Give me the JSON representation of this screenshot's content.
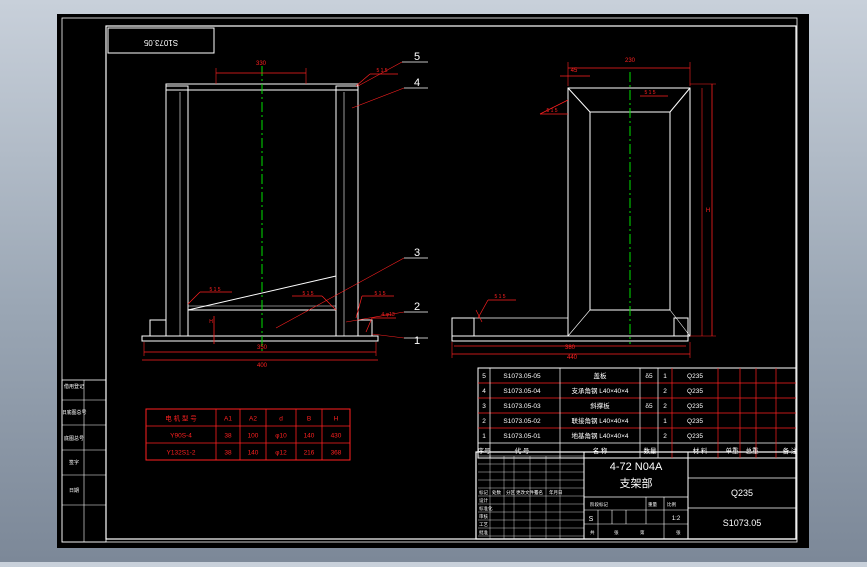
{
  "drawing": {
    "title_block_code": "S1073.05",
    "upside_code": "S1073.05",
    "product": "4-72 N04A",
    "part_name": "支架部",
    "material": "Q235",
    "scale": "1:2",
    "sheet": "S"
  },
  "colors": {
    "sheet": "#000000",
    "frame": "#ffffff",
    "dimension": "#ff2020",
    "centerline": "#00e000",
    "table_text": "#ffffff"
  },
  "callouts": [
    "5",
    "4",
    "3",
    "2",
    "1"
  ],
  "dims_left": {
    "top_width": "330",
    "bottom_width": "400",
    "inner_width": "350",
    "height": "H",
    "weld_1": "4-φ13",
    "weld_top": "5 1 5",
    "weld_mid": "5 1 5",
    "weld_low": "5 1 5"
  },
  "dims_right": {
    "top_width": "230",
    "left_offset": "45",
    "bottom_width": "440",
    "inner_width": "380",
    "height_full": "H",
    "height_part": "H",
    "weld_top": "5 1 5",
    "weld_left": "5 1 5",
    "weld_low": "5 1 5"
  },
  "motor_table": {
    "headers": [
      "电 机 型 号",
      "A1",
      "A2",
      "d",
      "B",
      "H"
    ],
    "rows": [
      [
        "Y90S-4",
        "38",
        "100",
        "φ10",
        "140",
        "430"
      ],
      [
        "Y132S1-2",
        "38",
        "140",
        "φ12",
        "216",
        "368"
      ]
    ]
  },
  "parts_list": {
    "rows": [
      [
        "5",
        "S1073.05-05",
        "盖板",
        "δ5",
        "1",
        "Q235"
      ],
      [
        "4",
        "S1073.05-04",
        "支承角钢 L40×40×4",
        "",
        "2",
        "Q235"
      ],
      [
        "3",
        "S1073.05-03",
        "斜撑板",
        "δ5",
        "2",
        "Q235"
      ],
      [
        "2",
        "S1073.05-02",
        "联接角钢 L40×40×4",
        "",
        "1",
        "Q235"
      ],
      [
        "1",
        "S1073.05-01",
        "地基角钢 L40×40×4",
        "",
        "2",
        "Q235"
      ]
    ],
    "header": [
      "序号",
      "代 号",
      "名 称",
      "数量",
      "材 料",
      "单重",
      "总重",
      "备 注"
    ]
  },
  "left_strip": [
    "借用登记",
    "旧底图总号",
    "底图总号",
    "签字",
    "日期"
  ],
  "title_block": {
    "labels": [
      "标记",
      "处数",
      "分区",
      "更改文件号",
      "签名",
      "年月日",
      "设计",
      "标准化",
      "审核",
      "工艺",
      "批准",
      "阶段标记",
      "重量",
      "比例",
      "共",
      "张",
      "第",
      "张"
    ]
  }
}
